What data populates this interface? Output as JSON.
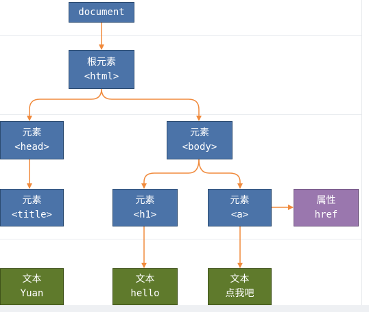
{
  "tree": {
    "root": {
      "label": "document"
    },
    "html": {
      "label1": "根元素",
      "label2": "<html>"
    },
    "head": {
      "label1": "元素",
      "label2": "<head>"
    },
    "body": {
      "label1": "元素",
      "label2": "<body>"
    },
    "title": {
      "label1": "元素",
      "label2": "<title>"
    },
    "h1": {
      "label1": "元素",
      "label2": "<h1>"
    },
    "a": {
      "label1": "元素",
      "label2": "<a>"
    },
    "attr_href": {
      "label1": "属性",
      "label2": "href"
    },
    "text_yuan": {
      "label1": "文本",
      "label2": "Yuan"
    },
    "text_hello": {
      "label1": "文本",
      "label2": "hello"
    },
    "text_click": {
      "label1": "文本",
      "label2": "点我吧"
    }
  },
  "colors": {
    "element": "#4b73a8",
    "text": "#5f7a2c",
    "attribute": "#9a77ae",
    "edge": "#f08a3c"
  }
}
